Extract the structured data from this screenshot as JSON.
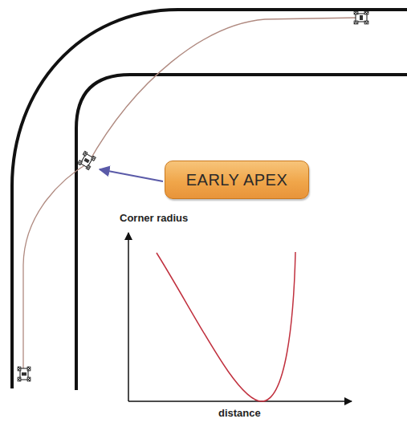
{
  "diagram": {
    "nodes": [
      {
        "text": [
          "EARLY APEX"
        ]
      }
    ],
    "labels": [
      "Corner radius",
      "distance"
    ]
  }
}
